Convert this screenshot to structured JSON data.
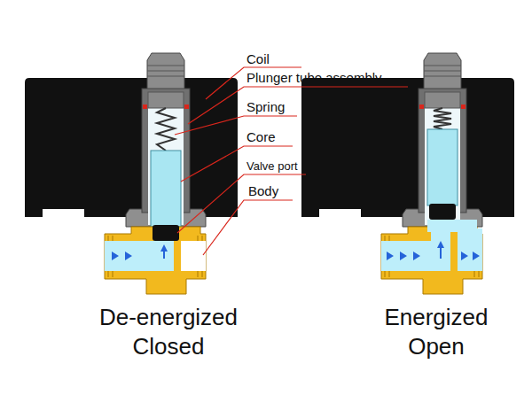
{
  "diagram": {
    "labels": [
      "Coil",
      "Plunger tube assembly",
      "Spring",
      "Core",
      "Valve port",
      "Body",
      "De-energized Closed",
      "Energized Open"
    ]
  }
}
